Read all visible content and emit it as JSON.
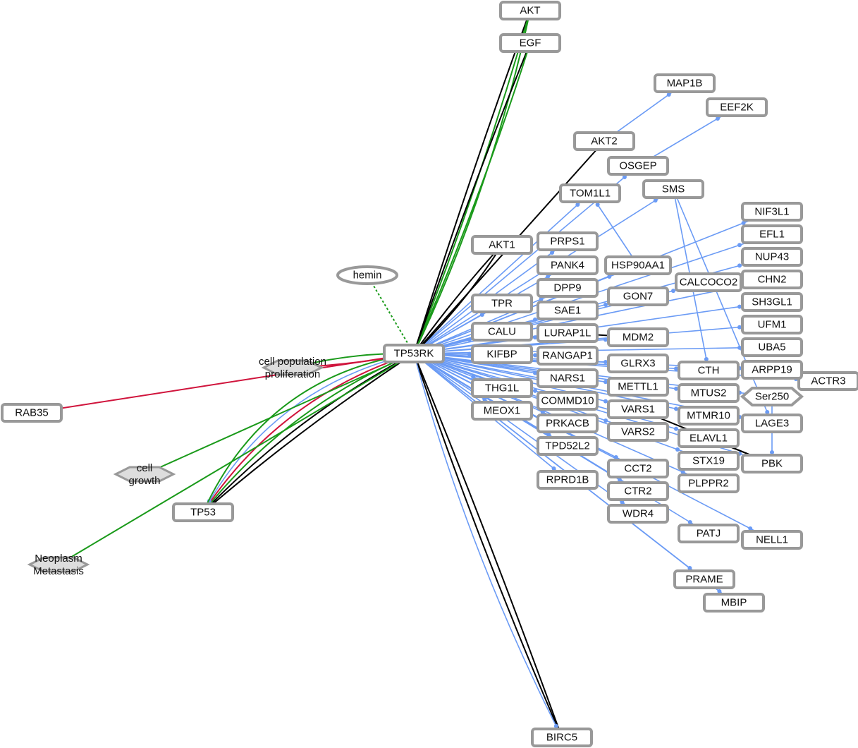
{
  "colors": {
    "activation": "#1a9a1a",
    "inhibition": "#d0143c",
    "binding": "#6b9bf5",
    "expression": "#000000",
    "node_border": "#999999"
  },
  "center": "TP53RK",
  "nodes": [
    {
      "id": "AKT",
      "label": "AKT",
      "shape": "box"
    },
    {
      "id": "EGF",
      "label": "EGF",
      "shape": "box"
    },
    {
      "id": "MAP1B",
      "label": "MAP1B",
      "shape": "box"
    },
    {
      "id": "EEF2K",
      "label": "EEF2K",
      "shape": "box"
    },
    {
      "id": "AKT2",
      "label": "AKT2",
      "shape": "box"
    },
    {
      "id": "SMS",
      "label": "SMS",
      "shape": "box"
    },
    {
      "id": "OSGEP",
      "label": "OSGEP",
      "shape": "box"
    },
    {
      "id": "TOM1L1",
      "label": "TOM1L1",
      "shape": "box"
    },
    {
      "id": "NUP43",
      "label": "NUP43",
      "shape": "box"
    },
    {
      "id": "NIF3L1",
      "label": "NIF3L1",
      "shape": "box"
    },
    {
      "id": "EFL1",
      "label": "EFL1",
      "shape": "box"
    },
    {
      "id": "AKT1",
      "label": "AKT1",
      "shape": "box"
    },
    {
      "id": "PRPS1",
      "label": "PRPS1",
      "shape": "box"
    },
    {
      "id": "HSP90AA1",
      "label": "HSP90AA1",
      "shape": "box"
    },
    {
      "id": "PANK4",
      "label": "PANK4",
      "shape": "box"
    },
    {
      "id": "CHN2",
      "label": "CHN2",
      "shape": "box"
    },
    {
      "id": "CALCOCO",
      "label": "CALCOCO2",
      "shape": "box"
    },
    {
      "id": "SH3GL1",
      "label": "SH3GL1",
      "shape": "box"
    },
    {
      "id": "GON7",
      "label": "GON7",
      "shape": "box"
    },
    {
      "id": "DPP9",
      "label": "DPP9",
      "shape": "box"
    },
    {
      "id": "TPR",
      "label": "TPR",
      "shape": "box"
    },
    {
      "id": "SAE1",
      "label": "SAE1",
      "shape": "box"
    },
    {
      "id": "UFM1",
      "label": "UFM1",
      "shape": "box"
    },
    {
      "id": "ARSD1",
      "label": "NARS1",
      "shape": "box"
    },
    {
      "id": "LURAP1L",
      "label": "LURAP1L",
      "shape": "box"
    },
    {
      "id": "CALU",
      "label": "CALU",
      "shape": "box"
    },
    {
      "id": "MDM2",
      "label": "MDM2",
      "shape": "box"
    },
    {
      "id": "UBA5",
      "label": "UBA5",
      "shape": "box"
    },
    {
      "id": "GLRX3",
      "label": "GLRX3",
      "shape": "box"
    },
    {
      "id": "RANGAP1",
      "label": "RANGAP1",
      "shape": "box"
    },
    {
      "id": "KIFBP",
      "label": "KIFBP",
      "shape": "box"
    },
    {
      "id": "TP53RK",
      "label": "TP53RK",
      "shape": "box"
    },
    {
      "id": "ACTR3",
      "label": "ACTR3",
      "shape": "box"
    },
    {
      "id": "ARPP19",
      "label": "ARPP19",
      "shape": "box"
    },
    {
      "id": "CTH",
      "label": "CTH",
      "shape": "box"
    },
    {
      "id": "METTL1",
      "label": "METTL1",
      "shape": "box"
    },
    {
      "id": "MTUS2",
      "label": "MTUS2",
      "shape": "box"
    },
    {
      "id": "THG1L",
      "label": "THG1L",
      "shape": "box"
    },
    {
      "id": "COMMD10",
      "label": "COMMD10",
      "shape": "box"
    },
    {
      "id": "Ser250",
      "label": "Ser250",
      "shape": "hexagon"
    },
    {
      "id": "VARS2",
      "label": "VARS2",
      "shape": "box"
    },
    {
      "id": "VARS1",
      "label": "VARS1",
      "shape": "box"
    },
    {
      "id": "MTMR10",
      "label": "MTMR10",
      "shape": "box"
    },
    {
      "id": "MEOX1",
      "label": "MEOX1",
      "shape": "box"
    },
    {
      "id": "PRKACB",
      "label": "PRKACB",
      "shape": "box"
    },
    {
      "id": "ELAVL1",
      "label": "ELAVL1",
      "shape": "box"
    },
    {
      "id": "LAGE3",
      "label": "LAGE3",
      "shape": "box"
    },
    {
      "id": "TPD52L2",
      "label": "TPD52L2",
      "shape": "box"
    },
    {
      "id": "STX19",
      "label": "STX19",
      "shape": "box"
    },
    {
      "id": "PBK",
      "label": "PBK",
      "shape": "box"
    },
    {
      "id": "CCT",
      "label": "CCT2",
      "shape": "box"
    },
    {
      "id": "PLPPR2",
      "label": "PLPPR2",
      "shape": "box"
    },
    {
      "id": "CTR2",
      "label": "CTR2",
      "shape": "box"
    },
    {
      "id": "RPRD1B",
      "label": "RPRD1B",
      "shape": "box"
    },
    {
      "id": "WDR4",
      "label": "WDR4",
      "shape": "box"
    },
    {
      "id": "PATJ",
      "label": "PATJ",
      "shape": "box"
    },
    {
      "id": "NELL1",
      "label": "NELL1",
      "shape": "box"
    },
    {
      "id": "PRAME",
      "label": "PRAME",
      "shape": "box"
    },
    {
      "id": "MBIP",
      "label": "MBIP",
      "shape": "box"
    },
    {
      "id": "BIRC5",
      "label": "BIRC5",
      "shape": "box"
    },
    {
      "id": "hemin",
      "label": "hemin",
      "shape": "ellipse"
    },
    {
      "id": "RAB35",
      "label": "RAB35",
      "shape": "box"
    },
    {
      "id": "TP53",
      "label": "TP53",
      "shape": "box"
    },
    {
      "id": "cellpop",
      "label": "cell population proliferation",
      "shape": "hexagon"
    },
    {
      "id": "cellgrowth",
      "label": "cell growth",
      "shape": "hexagon"
    },
    {
      "id": "neoplasm",
      "label": "Neoplasm Metastasis",
      "shape": "hexagon"
    }
  ],
  "edges": [
    {
      "s": "TP53RK",
      "t": "AKT",
      "type": "expression"
    },
    {
      "s": "TP53RK",
      "t": "AKT",
      "type": "activation"
    },
    {
      "s": "TP53RK",
      "t": "AKT",
      "type": "activation"
    },
    {
      "s": "TP53RK",
      "t": "EGF",
      "type": "expression"
    },
    {
      "s": "TP53RK",
      "t": "EGF",
      "type": "activation"
    },
    {
      "s": "TP53RK",
      "t": "AKT1",
      "type": "expression"
    },
    {
      "s": "TP53RK",
      "t": "AKT1",
      "type": "expression"
    },
    {
      "s": "TP53RK",
      "t": "AKT2",
      "type": "expression"
    },
    {
      "s": "TP53RK",
      "t": "BIRC5",
      "type": "expression"
    },
    {
      "s": "TP53RK",
      "t": "BIRC5",
      "type": "expression"
    },
    {
      "s": "TP53RK",
      "t": "BIRC5",
      "type": "binding"
    },
    {
      "s": "TP53RK",
      "t": "TP53",
      "type": "expression"
    },
    {
      "s": "TP53RK",
      "t": "TP53",
      "type": "expression"
    },
    {
      "s": "TP53RK",
      "t": "TP53",
      "type": "activation"
    },
    {
      "s": "TP53RK",
      "t": "TP53",
      "type": "inhibition"
    },
    {
      "s": "TP53RK",
      "t": "TP53",
      "type": "binding"
    },
    {
      "s": "TP53RK",
      "t": "TP53",
      "type": "activation"
    },
    {
      "s": "TP53RK",
      "t": "RAB35",
      "type": "inhibition"
    },
    {
      "s": "TP53RK",
      "t": "cellpop",
      "type": "inhibition"
    },
    {
      "s": "TP53RK",
      "t": "cellpop",
      "type": "activation"
    },
    {
      "s": "TP53RK",
      "t": "cellgrowth",
      "type": "activation"
    },
    {
      "s": "TP53RK",
      "t": "neoplasm",
      "type": "activation"
    },
    {
      "s": "hemin",
      "t": "TP53RK",
      "type": "dashed"
    },
    {
      "s": "LURAP1L",
      "t": "MDM2",
      "type": "expression"
    },
    {
      "s": "VARS1",
      "t": "PBK",
      "type": "expression"
    },
    {
      "s": "ELAVL1",
      "t": "PBK",
      "type": "expression"
    },
    {
      "s": "AKT2",
      "t": "MAP1B",
      "type": "binding"
    },
    {
      "s": "OSGEP",
      "t": "EEF2K",
      "type": "binding"
    },
    {
      "s": "SMS",
      "t": "LAGE3",
      "type": "binding"
    },
    {
      "s": "SMS",
      "t": "CTH",
      "type": "binding"
    },
    {
      "s": "Ser250",
      "t": "PBK",
      "type": "binding"
    },
    {
      "s": "HSP90AA1",
      "t": "TOM1L1",
      "type": "binding"
    }
  ]
}
